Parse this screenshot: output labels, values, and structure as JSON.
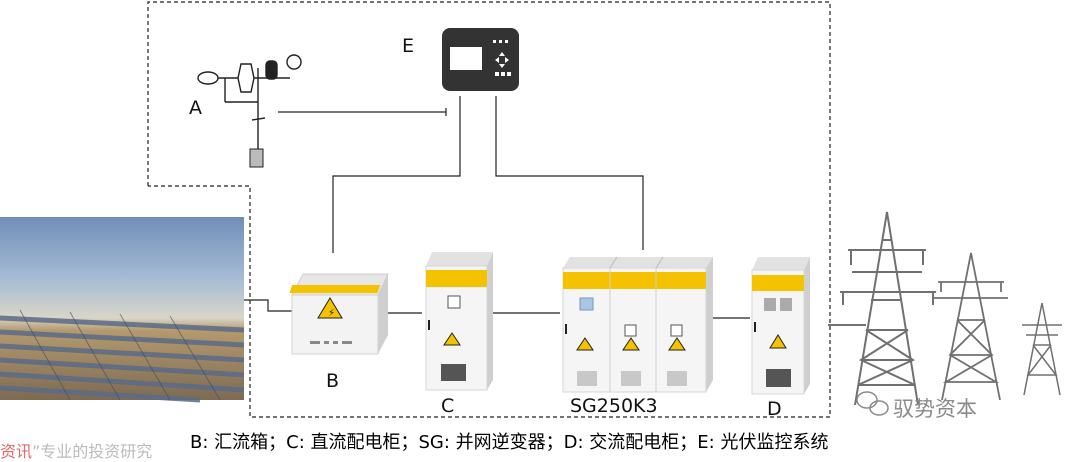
{
  "labels": {
    "a": "A",
    "b": "B",
    "c": "C",
    "d": "D",
    "e": "E",
    "sg": "SG250K3"
  },
  "caption": "B: 汇流箱；C: 直流配电柜；SG: 并网逆变器；D: 交流配电柜；E: 光伏监控系统",
  "background_text": {
    "highlight": "资讯",
    "rest": "”专业的投资研究"
  },
  "watermark": "驭势资本",
  "colors": {
    "cabinet_band": "#f5c200",
    "warning": "#f5c200",
    "frame": "#333333",
    "tower": "#707070"
  },
  "icons": [
    "weather-station-icon",
    "monitor-unit-icon",
    "warning-triangle-icon",
    "transmission-tower-icon",
    "wechat-icon"
  ]
}
